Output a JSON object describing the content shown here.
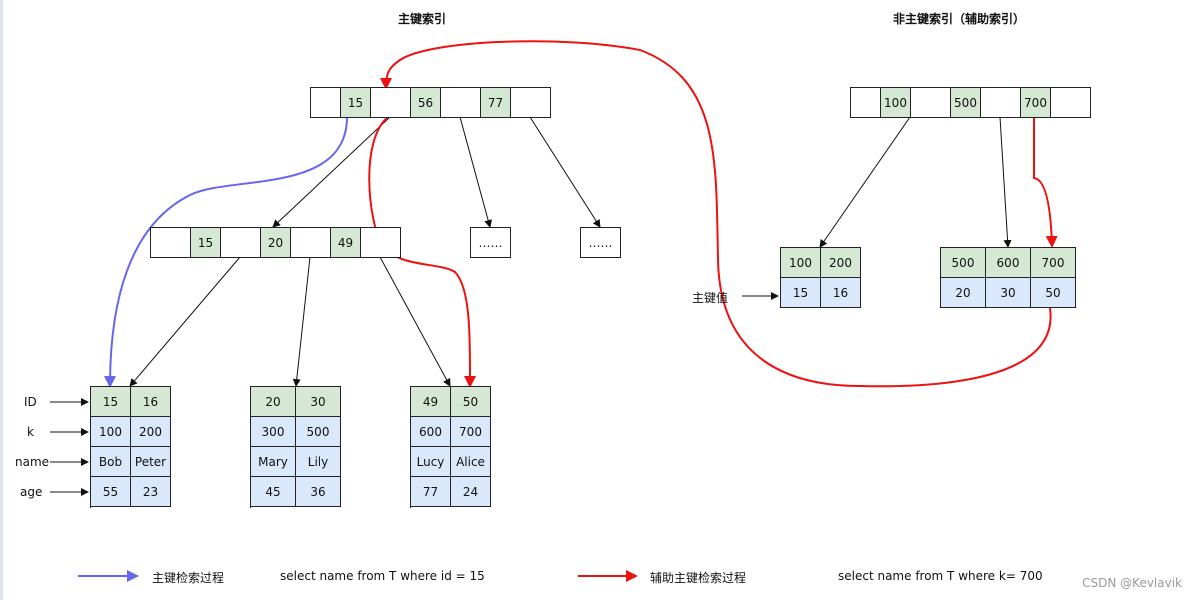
{
  "titles": {
    "primary": "主键索引",
    "secondary": "非主键索引（辅助索引）"
  },
  "primary_index": {
    "root_keys": [
      "15",
      "56",
      "77"
    ],
    "internal_keys": [
      "15",
      "20",
      "49"
    ],
    "ellipsis": [
      "……",
      "……"
    ],
    "leaves": [
      {
        "ids": [
          "15",
          "16"
        ],
        "k": [
          "100",
          "200"
        ],
        "name": [
          "Bob",
          "Peter"
        ],
        "age": [
          "55",
          "23"
        ]
      },
      {
        "ids": [
          "20",
          "30"
        ],
        "k": [
          "300",
          "500"
        ],
        "name": [
          "Mary",
          "Lily"
        ],
        "age": [
          "45",
          "36"
        ]
      },
      {
        "ids": [
          "49",
          "50"
        ],
        "k": [
          "600",
          "700"
        ],
        "name": [
          "Lucy",
          "Alice"
        ],
        "age": [
          "77",
          "24"
        ]
      }
    ],
    "row_labels": [
      "ID",
      "k",
      "name",
      "age"
    ]
  },
  "secondary_index": {
    "root_keys": [
      "100",
      "500",
      "700"
    ],
    "leaves": [
      {
        "keys": [
          "100",
          "200"
        ],
        "pks": [
          "15",
          "16"
        ]
      },
      {
        "keys": [
          "500",
          "600",
          "700"
        ],
        "pks": [
          "20",
          "30",
          "50"
        ]
      }
    ],
    "pk_label": "主键值"
  },
  "legend": {
    "blue_label": "主键检索过程",
    "blue_sql": "select name from T where id = 15",
    "red_label": "辅助主键检索过程",
    "red_sql": "select name from T where k= 700"
  },
  "colors": {
    "key_cell": "#d5e8d4",
    "data_cell": "#dae8fc",
    "blue_arrow": "#6666ee",
    "red_arrow": "#ee1111"
  },
  "watermark": "CSDN @Kevlavik"
}
